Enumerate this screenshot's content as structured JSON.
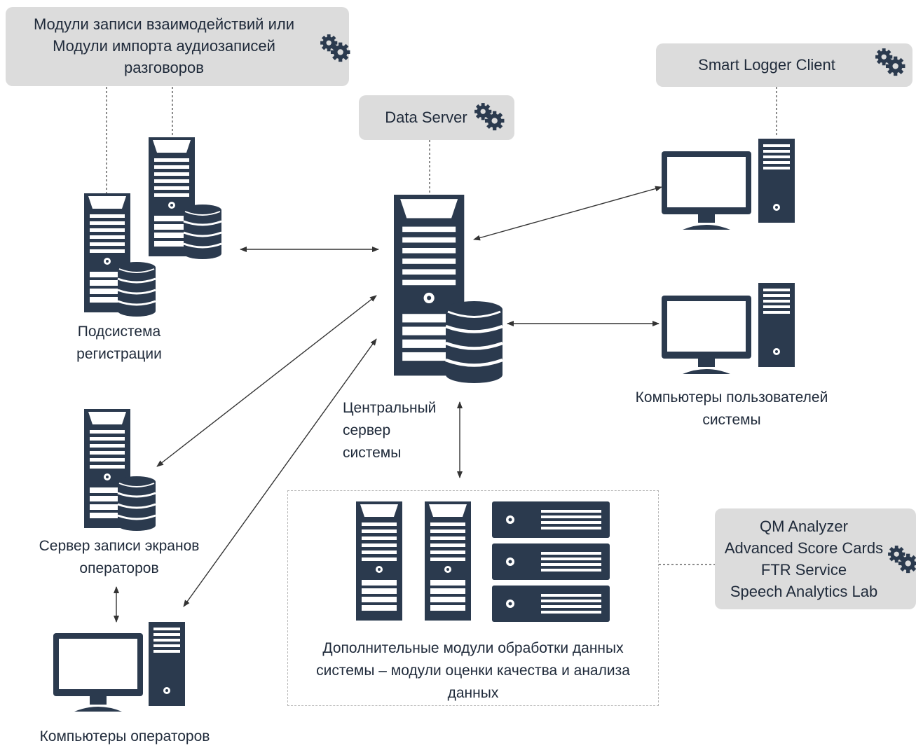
{
  "boxes": {
    "recording_modules": {
      "lines": [
        "Модули записи взаимодействий или",
        "Модули импорта аудиозаписей",
        "разговоров"
      ],
      "icon": "gears-icon"
    },
    "data_server": {
      "text": "Data Server",
      "icon": "gears-icon"
    },
    "smart_logger": {
      "text": "Smart Logger Client",
      "icon": "gears-icon"
    },
    "qm_modules": {
      "lines": [
        "QM Analyzer",
        "Advanced Score Cards",
        "FTR Service",
        "Speech Analytics Lab"
      ],
      "icon": "gears-icon"
    }
  },
  "labels": {
    "registration": [
      "Подсистема",
      "регистрации"
    ],
    "central_server": [
      "Центральный",
      "сервер",
      "системы"
    ],
    "user_computers": [
      "Компьютеры пользователей",
      "системы"
    ],
    "screen_recording": [
      "Сервер записи экранов",
      "операторов"
    ],
    "operator_computers": [
      "Компьютеры операторов"
    ],
    "additional_modules": [
      "Дополнительные модули обработки данных",
      "системы – модули оценки качества и анализа",
      "данных"
    ]
  },
  "colors": {
    "device": "#2b3a4e",
    "box_bg": "#dcdcdc",
    "text": "#1f2a3a",
    "line": "#555555"
  }
}
